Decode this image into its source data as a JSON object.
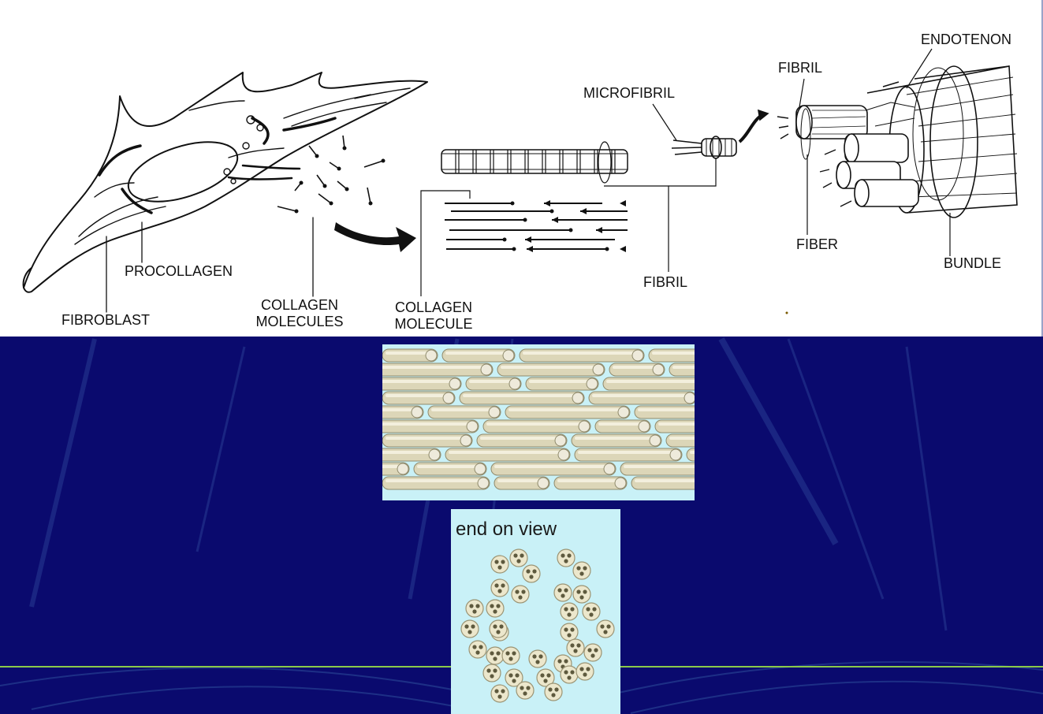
{
  "diagram": {
    "labels": {
      "fibroblast": "FIBROBLAST",
      "procollagen": "PROCOLLAGEN",
      "collagen_molecules_1": "COLLAGEN",
      "collagen_molecules_2": "MOLECULES",
      "collagen_molecule_1": "COLLAGEN",
      "collagen_molecule_2": "MOLECULE",
      "microfibril": "MICROFIBRIL",
      "fibril_bottom": "FIBRIL",
      "fibril_top": "FIBRIL",
      "endotenon": "ENDOTENON",
      "fiber": "FIBER",
      "bundle": "BUNDLE"
    }
  },
  "end_view": {
    "title": "end on view"
  },
  "colors": {
    "slide_background": "#0a0a6e",
    "panel_background": "#c9f1f7",
    "fibril_tube": "#dcd6b8"
  }
}
